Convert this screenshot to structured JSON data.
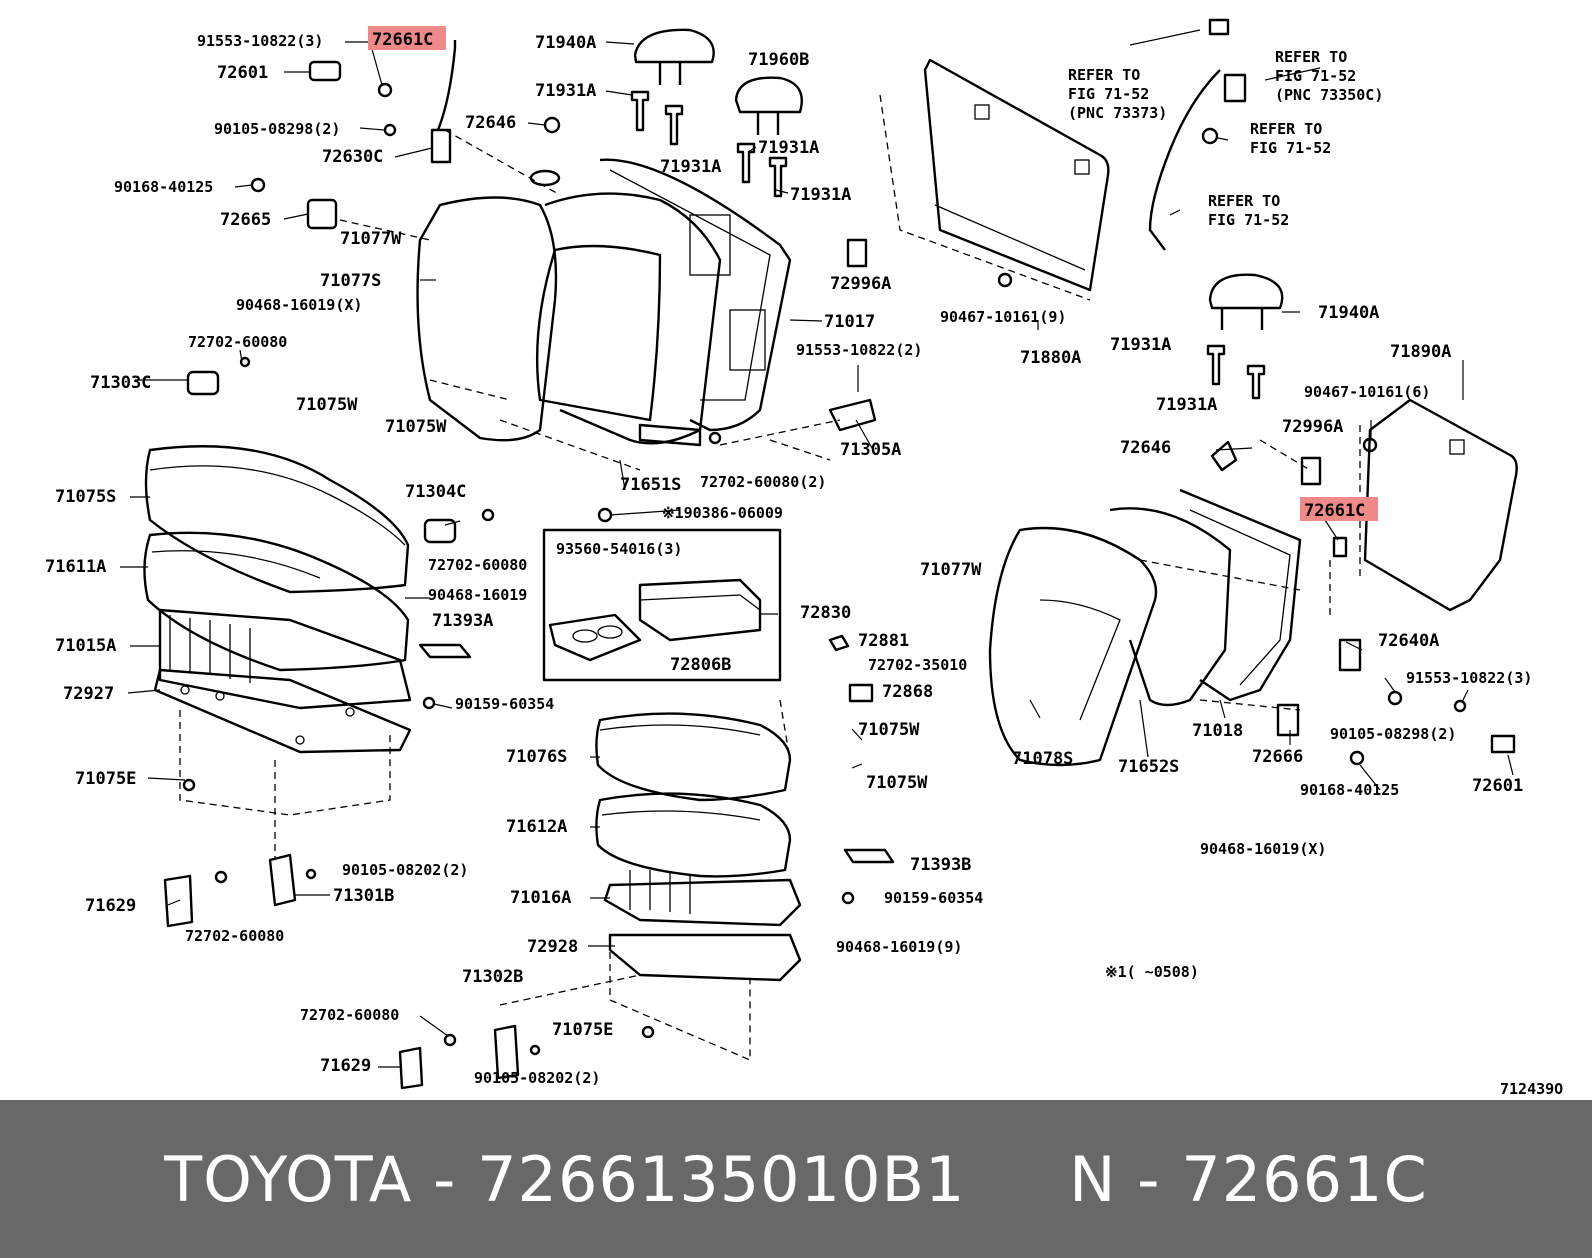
{
  "labels": {
    "l01": "91553-10822(3)",
    "l02": "72661C",
    "l03": "71940A",
    "l04": "72601",
    "l05": "71960B",
    "l06": "71931A",
    "l07": "90105-08298(2)",
    "l08": "72646",
    "l09": "71931A",
    "l10": "71931A",
    "l11": "72630C",
    "l12": "71931A",
    "l13": "90168-40125",
    "l14": "72665",
    "l15": "71077W",
    "l16": "72996A",
    "l17": "71077S",
    "l18": "90468-16019(X)",
    "l19": "71017",
    "l20": "91553-10822(2)",
    "l21": "72702-60080",
    "l22": "71303C",
    "l23": "71305A",
    "l24": "71075W",
    "l25": "71075W",
    "l26": "72702-60080(2)",
    "l27": "71651S",
    "l28": "71075S",
    "l29": "71304C",
    "l30": "※190386-06009",
    "l31": "93560-54016(3)",
    "l32": "71611A",
    "l33": "72702-60080",
    "l34": "90468-16019",
    "l35": "72830",
    "l36": "71015A",
    "l37": "71393A",
    "l38": "72881",
    "l39": "72702-35010",
    "l40": "72806B",
    "l41": "72927",
    "l42": "90159-60354",
    "l43": "72868",
    "l44": "71075W",
    "l45": "71076S",
    "l46": "71075E",
    "l47": "71075W",
    "l48": "71612A",
    "l49": "90105-08202(2)",
    "l50": "71393B",
    "l51": "71629",
    "l52": "71301B",
    "l53": "71016A",
    "l54": "90159-60354",
    "l55": "72702-60080",
    "l56": "72928",
    "l57": "90468-16019(9)",
    "l58": "71302B",
    "l59": "※1(     ~0508)",
    "l60": "72702-60080",
    "l61": "71075E",
    "l62": "71629",
    "l63": "90105-08202(2)",
    "l64": "712439O",
    "l65": "90467-10161(9)",
    "l66": "71880A",
    "l67": "71931A",
    "l68": "71940A",
    "l69": "71890A",
    "l70": "90467-10161(6)",
    "l71": "71931A",
    "l72": "72646",
    "l73": "72996A",
    "l74": "72661C",
    "l75": "71077W",
    "l76": "72640A",
    "l77": "91553-10822(3)",
    "l78": "71078S",
    "l79": "71018",
    "l80": "72666",
    "l81": "71652S",
    "l82": "90105-08298(2)",
    "l83": "90168-40125",
    "l84": "72601",
    "l85": "90468-16019(X)"
  },
  "refs": {
    "r1a": "REFER TO",
    "r1b": "FIG 71-52",
    "r1c": "(PNC 73373)",
    "r2a": "REFER TO",
    "r2b": "FIG 71-52",
    "r2c": "(PNC 73350C)",
    "r3a": "REFER TO",
    "r3b": "FIG 71-52",
    "r4a": "REFER TO",
    "r4b": "FIG 71-52"
  },
  "highlight_color": "#f08a88",
  "footer": {
    "brand": "TOYOTA",
    "sep1": " - ",
    "part_number": "7266135010B1",
    "gap": "     ",
    "n": "N",
    "sep2": " - ",
    "pnc": "72661C"
  }
}
